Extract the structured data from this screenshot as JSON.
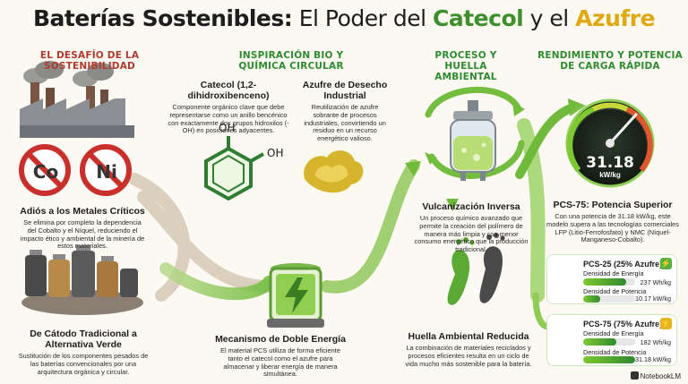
{
  "title": {
    "part1": "Baterías Sostenibles:",
    "part2": " El Poder del ",
    "catecol": "Catecol",
    "part3": " y el ",
    "azufre": "Azufre"
  },
  "sections": {
    "challenge": {
      "heading": "EL DESAFÍO DE LA SOSTENIBILIDAD"
    },
    "inspiration": {
      "heading": "INSPIRACIÓN BIO Y QUÍMICA CIRCULAR"
    },
    "process": {
      "heading": "PROCESO Y HUELLA AMBIENTAL"
    },
    "performance": {
      "heading": "RENDIMIENTO Y POTENCIA DE CARGA RÁPIDA"
    }
  },
  "metals": {
    "co": "Co",
    "ni": "Ni"
  },
  "blocks": {
    "adios": {
      "title": "Adiós a los Metales Críticos",
      "body": "Se elimina por completo la dependencia del Cobalto y el Níquel, reduciendo el impacto ético y ambiental de la minería de estos materiales."
    },
    "catodo": {
      "title": "De Cátodo Tradicional a Alternativa Verde",
      "body": "Sustitución de los componentes pesados de las baterías convencionales por una arquitectura orgánica y circular."
    },
    "catecol": {
      "title": "Catecol (1,2-dihidroxibenceno)",
      "body": "Componente orgánico clave que debe representarse como un anillo bencénico con exactamente dos grupos hidroxilos (-OH) en posiciones adyacentes."
    },
    "azufre": {
      "title": "Azufre de Desecho Industrial",
      "body": "Reutilización de azufre sobrante de procesos industriales, convirtiendo un residuo en un recurso energético valioso."
    },
    "mecanismo": {
      "title": "Mecanismo de Doble Energía",
      "body": "El material PCS utiliza de forma eficiente tanto el catecol como el azufre para almacenar y liberar energía de manera simultánea."
    },
    "vulcanizacion": {
      "title": "Vulcanización Inversa",
      "body": "Un proceso químico avanzado que permite la creación del polímero de manera más limpia y con menor consumo energético que la producción tradicional."
    },
    "huella": {
      "title": "Huella Ambiental Reducida",
      "body": "La combinación de materiales reciclados y procesos eficientes resulta en un ciclo de vida mucho más sostenible para la batería."
    },
    "pcs75": {
      "title": "PCS-75: Potencia Superior",
      "body": "Con una potencia de 31.18 kW/kg, este modelo supera a las tecnologías comerciales LFP (Litio-Ferrofosfato) y NMC (Níquel-Manganeso-Cobalto)."
    }
  },
  "molecule": {
    "oh_top": "OH",
    "oh_side": "OH"
  },
  "gauge": {
    "value": "31.18",
    "unit": "kW/kg",
    "level": 0.95
  },
  "cards": [
    {
      "title": "PCS-25 (25% Azufre)",
      "energy_label": "Densidad de Energía",
      "energy_value": "237 Wh/kg",
      "energy_fill": 0.82,
      "power_label": "Densidad de Potencia",
      "power_value": "10.17 kW/kg",
      "power_fill": 0.33,
      "battery_color": "#4caf3a",
      "badge": "⚡",
      "badge_color": "#58b33a"
    },
    {
      "title": "PCS-75 (75% Azufre)",
      "energy_label": "Densidad de Energía",
      "energy_value": "182 Wh/kg",
      "energy_fill": 0.63,
      "power_label": "Densidad de Potencia",
      "power_value": "31.18 kW/kg",
      "power_fill": 1.0,
      "battery_color": "#8bc34a",
      "badge": "⚡",
      "badge_color": "#e6b422"
    }
  ],
  "brand": "NotebookLM"
}
